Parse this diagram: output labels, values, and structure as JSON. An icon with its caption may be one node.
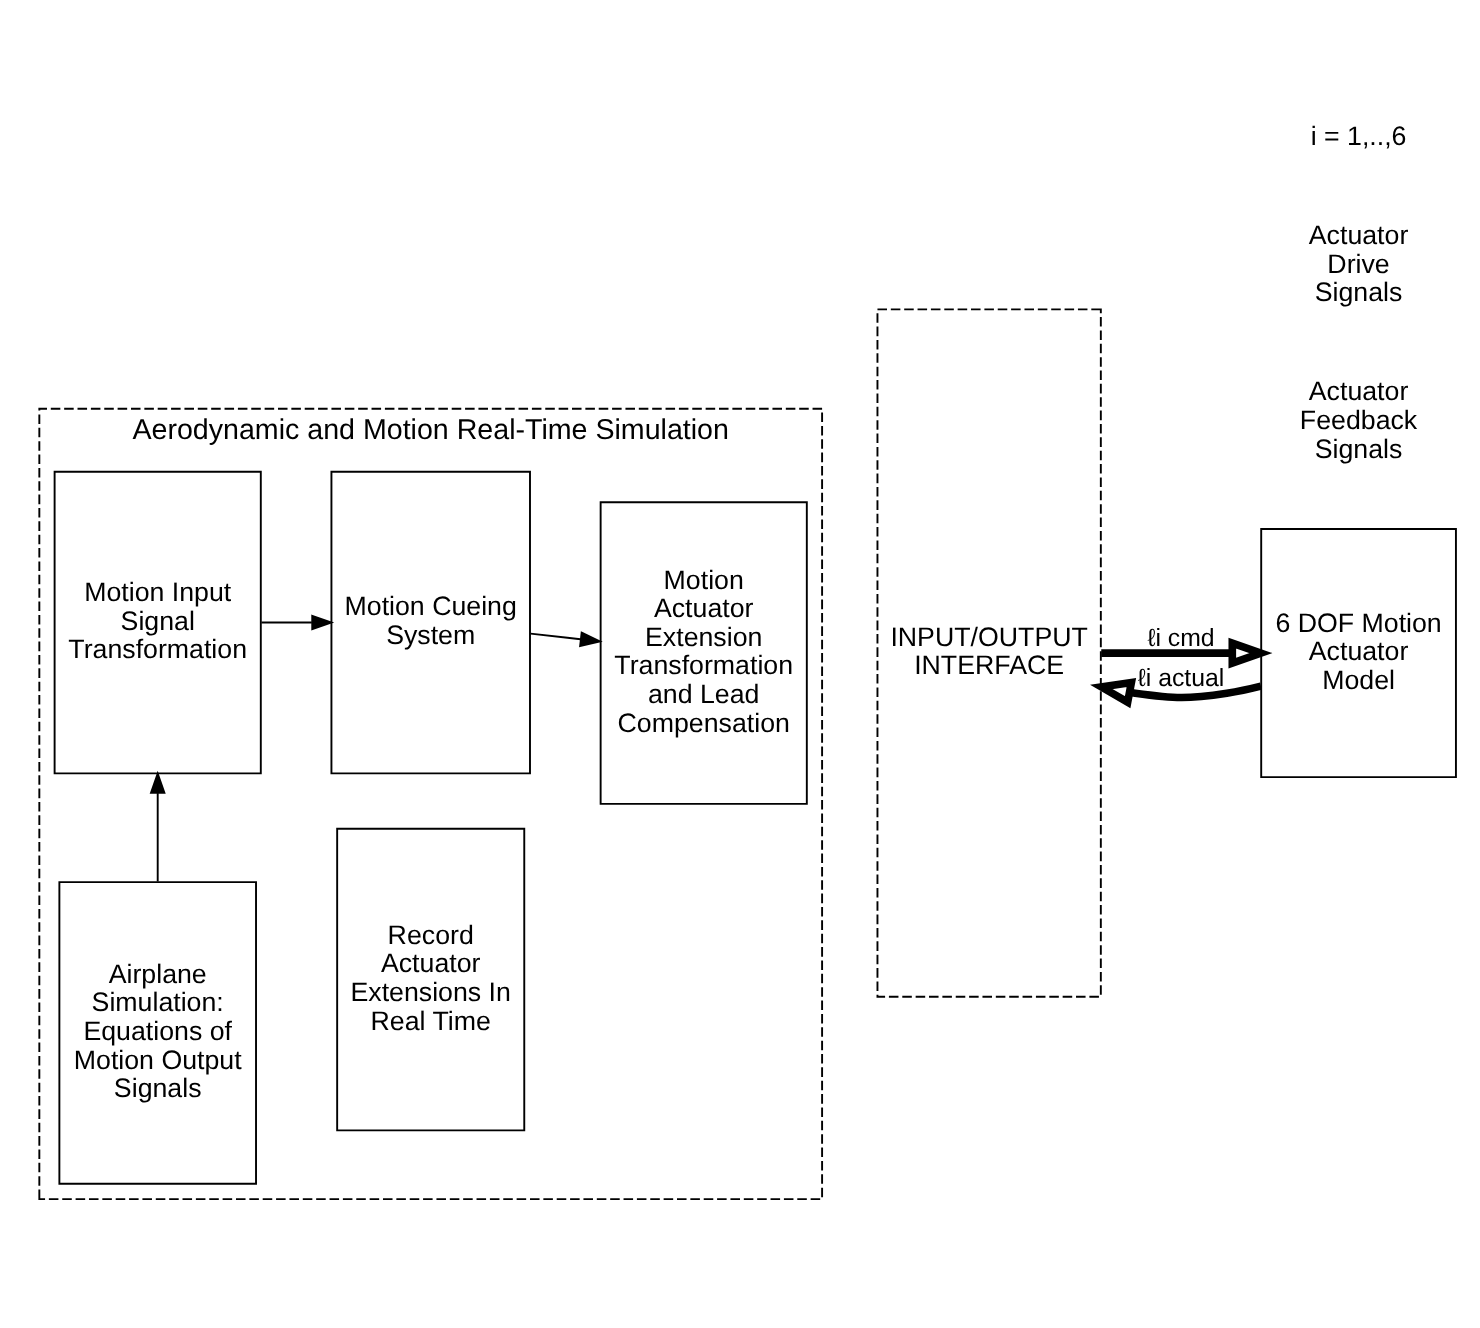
{
  "diagram": {
    "nodes": [
      {
        "text": [
          "Aerodynamic and Motion Real-Time Simulation"
        ]
      },
      {
        "text": [
          "Airplane Simulation: Equations of Motion Output Signals"
        ],
        "in": 0
      },
      {
        "text": [
          "Record Actuator Extensions In Real Time"
        ],
        "in": 0
      },
      {
        "text": [
          "Motion Input Signal Transformation"
        ],
        "in": 0
      },
      {
        "text": [
          "Motion Cueing System"
        ],
        "in": 0
      },
      {
        "text": [
          "Motion Actuator Extension Transformation and Lead Compensation"
        ],
        "in": 0
      },
      {
        "text": [
          "INPUT/OUTPUT INTERFACE"
        ]
      },
      {
        "text": [
          "6 DOF Motion Actuator Model"
        ]
      }
    ],
    "edges": [
      {
        "from": 1,
        "to": 3,
        "arrow": "to"
      },
      {
        "from": 3,
        "to": 4,
        "arrow": "to"
      },
      {
        "from": 4,
        "to": 5,
        "arrow": "to"
      },
      {
        "from": 6,
        "to": 7,
        "arrow": "to",
        "label": "ℓi cmd",
        "style": "thick"
      },
      {
        "from": 7,
        "to": 6,
        "arrow": "to",
        "label": "ℓi actual",
        "style": "thick"
      }
    ],
    "labels": [
      "Actuator Feedback Signals",
      "Actuator Drive Signals",
      "i = 1,..,6"
    ]
  }
}
